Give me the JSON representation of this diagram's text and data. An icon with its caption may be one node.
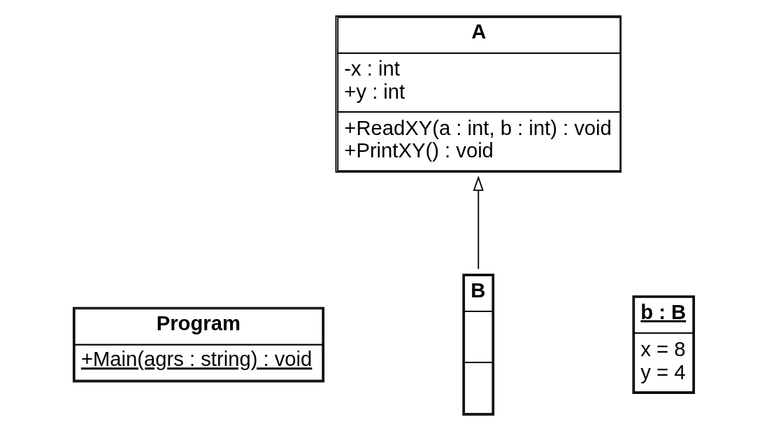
{
  "diagram": {
    "nodes": [
      {
        "text": [
          "Program",
          "+Main(agrs : string) : void"
        ]
      },
      {
        "text": [
          "A",
          "-x : int",
          "+y : int",
          "+ReadXY(a : int, b : int) : void",
          "+PrintXY() : void"
        ]
      },
      {
        "text": [
          "b : B",
          "x = 8",
          "y = 4"
        ]
      },
      {
        "text": [
          "B"
        ]
      }
    ],
    "edges": [
      {
        "from": 3,
        "to": 1,
        "arrow": "to"
      }
    ]
  }
}
